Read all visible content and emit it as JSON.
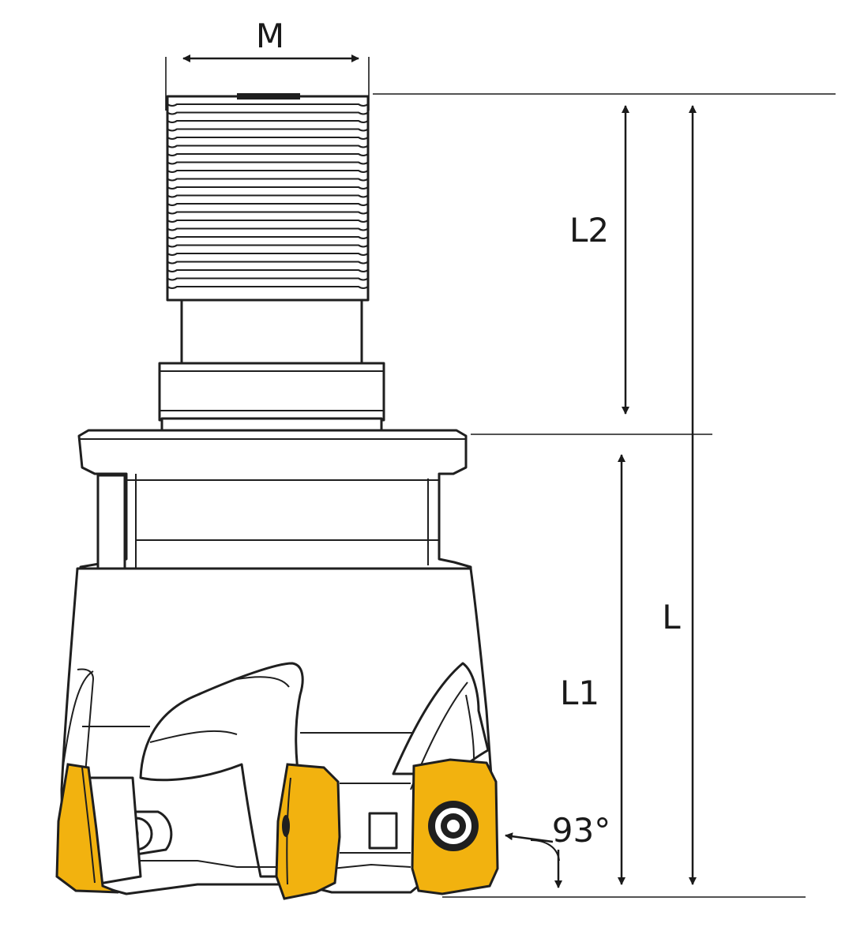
{
  "colors": {
    "insert": "#f2b20f",
    "ink": "#1a1a1a",
    "background": "#ffffff"
  },
  "labels": {
    "m": "M",
    "l2": "L2",
    "l": "L",
    "l1": "L1",
    "angle": "93°"
  }
}
